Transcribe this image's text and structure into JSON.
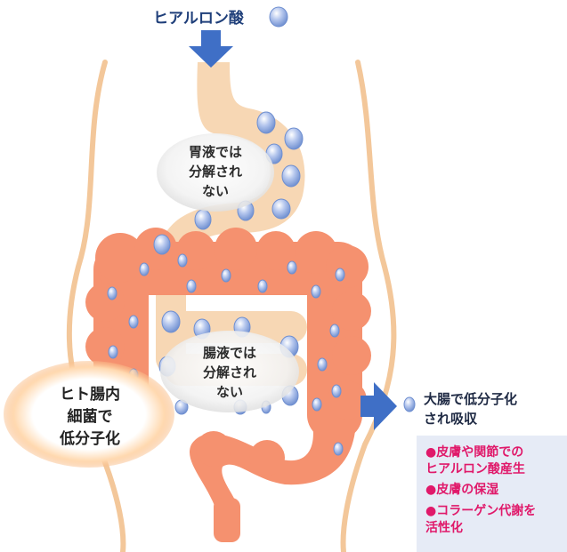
{
  "top_label": "ヒアルロン酸",
  "stomach_note": "胃液では\n分解され\nない",
  "intestine_note": "腸液では\n分解され\nない",
  "bacteria_note": "ヒト腸内\n細菌で\n低分子化",
  "result_title": "大腸で低分子化\nされ吸収",
  "benefits": [
    "●皮膚や関節での\nヒアルロン酸産生",
    "●皮膚の保湿",
    "●コラーゲン代謝を\n活性化"
  ],
  "colors": {
    "body_outline": "#f3c79a",
    "digestive_tract": "#f7d7b4",
    "colon": "#f5916f",
    "arrow": "#3f6fc6",
    "molecule": "#a9bde6",
    "benefit_text": "#e0196a",
    "benefit_box": "#e6ebf6"
  },
  "icons": [
    "down-arrow-icon",
    "right-arrow-icon",
    "hyaluronic-molecule-icon"
  ]
}
